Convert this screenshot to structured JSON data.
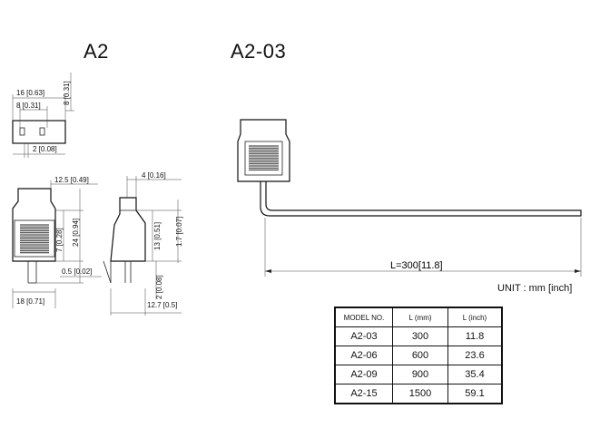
{
  "titles": {
    "left": "A2",
    "right": "A2-03"
  },
  "dimensions": {
    "top_width": "16 [0.63]",
    "top_inner": "8 [0.31]",
    "top_height": "8 [0.31]",
    "top_pin": "2 [0.08]",
    "front_width_top": "12.5 [0.49]",
    "front_inner": "7 [0.28]",
    "front_height": "24 [0.94]",
    "front_width_bottom": "18 [0.71]",
    "pin_thickness": "0.5 [0.02]",
    "side_top": "4 [0.16]",
    "side_13": "13 [0.51]",
    "side_17": "1.7 [0.07]",
    "side_2": "2 [0.08]",
    "side_bottom": "12.7 [0.5]",
    "cable_length": "L=300[11.8]"
  },
  "unit_label": "UNIT : mm [inch]",
  "table": {
    "headers": [
      "MODEL NO.",
      "L (mm)",
      "L (inch)"
    ],
    "rows": [
      [
        "A2-03",
        "300",
        "11.8"
      ],
      [
        "A2-06",
        "600",
        "23.6"
      ],
      [
        "A2-09",
        "900",
        "35.4"
      ],
      [
        "A2-15",
        "1500",
        "59.1"
      ]
    ]
  }
}
